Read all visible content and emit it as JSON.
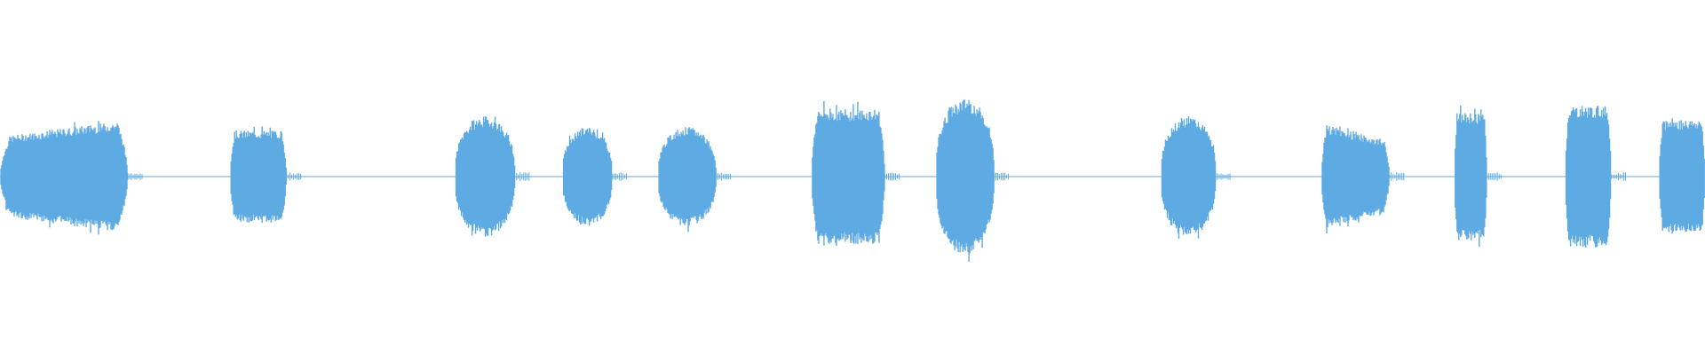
{
  "waveform": {
    "color": "#5eaae2",
    "baseline_color": "#5eaae2",
    "segments": [
      {
        "start": 0.0,
        "end": 0.075,
        "amp": 0.16,
        "shape": "ramp-up"
      },
      {
        "start": 0.135,
        "end": 0.168,
        "amp": 0.13,
        "shape": "flat"
      },
      {
        "start": 0.267,
        "end": 0.302,
        "amp": 0.17,
        "shape": "round"
      },
      {
        "start": 0.33,
        "end": 0.359,
        "amp": 0.14,
        "shape": "round"
      },
      {
        "start": 0.386,
        "end": 0.42,
        "amp": 0.14,
        "shape": "round"
      },
      {
        "start": 0.476,
        "end": 0.519,
        "amp": 0.19,
        "shape": "flat"
      },
      {
        "start": 0.549,
        "end": 0.583,
        "amp": 0.22,
        "shape": "round"
      },
      {
        "start": 0.681,
        "end": 0.713,
        "amp": 0.17,
        "shape": "round"
      },
      {
        "start": 0.775,
        "end": 0.815,
        "amp": 0.15,
        "shape": "ramp-down"
      },
      {
        "start": 0.853,
        "end": 0.872,
        "amp": 0.18,
        "shape": "flat"
      },
      {
        "start": 0.918,
        "end": 0.945,
        "amp": 0.2,
        "shape": "flat"
      },
      {
        "start": 0.973,
        "end": 1.0,
        "amp": 0.16,
        "shape": "flat"
      }
    ]
  }
}
